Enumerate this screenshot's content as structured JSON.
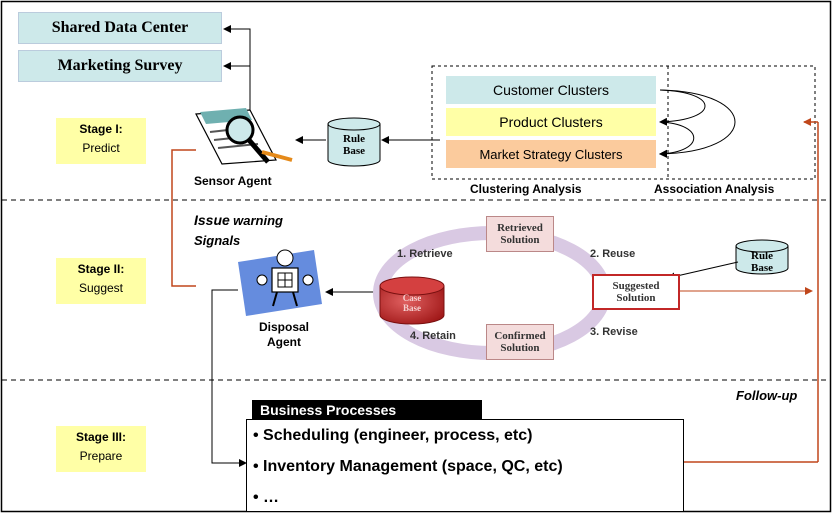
{
  "sources": {
    "shared_data_center": "Shared Data Center",
    "marketing_survey": "Marketing Survey"
  },
  "stages": [
    {
      "title": "Stage I:",
      "subtitle": "Predict"
    },
    {
      "title": "Stage II:",
      "subtitle": "Suggest"
    },
    {
      "title": "Stage III:",
      "subtitle": "Prepare"
    }
  ],
  "agents": {
    "sensor": "Sensor Agent",
    "disposal_line1": "Disposal",
    "disposal_line2": "Agent"
  },
  "rule_base": {
    "line1": "Rule",
    "line2": "Base"
  },
  "clusters": {
    "customer": "Customer Clusters",
    "product": "Product Clusters",
    "market": "Market Strategy Clusters"
  },
  "analysis": {
    "clustering": "Clustering Analysis",
    "association": "Association Analysis"
  },
  "warning": {
    "line1_a": "Issue",
    "line1_b": "warning",
    "line2": "Signals"
  },
  "cbr": {
    "retrieve": "1. Retrieve",
    "reuse": "2. Reuse",
    "revise": "3. Revise",
    "retain": "4. Retain",
    "retrieved_line1": "Retrieved",
    "retrieved_line2": "Solution",
    "suggested_line1": "Suggested",
    "suggested_line2": "Solution",
    "confirmed_line1": "Confirmed",
    "confirmed_line2": "Solution",
    "case_line1": "Case",
    "case_line2": "Base"
  },
  "follow_up": "Follow-up",
  "business": {
    "header": "Business Processes",
    "items": [
      "• Scheduling (engineer, process, etc)",
      "• Inventory Management (space, QC, etc)",
      "• …"
    ]
  },
  "colors": {
    "teal": "#cde9ea",
    "yellow": "#ffffa6",
    "peach": "#fbcb9d",
    "arrow_red": "#c0471b",
    "cbr_ring": "#d9c9e3",
    "case_red": "#c22727"
  }
}
